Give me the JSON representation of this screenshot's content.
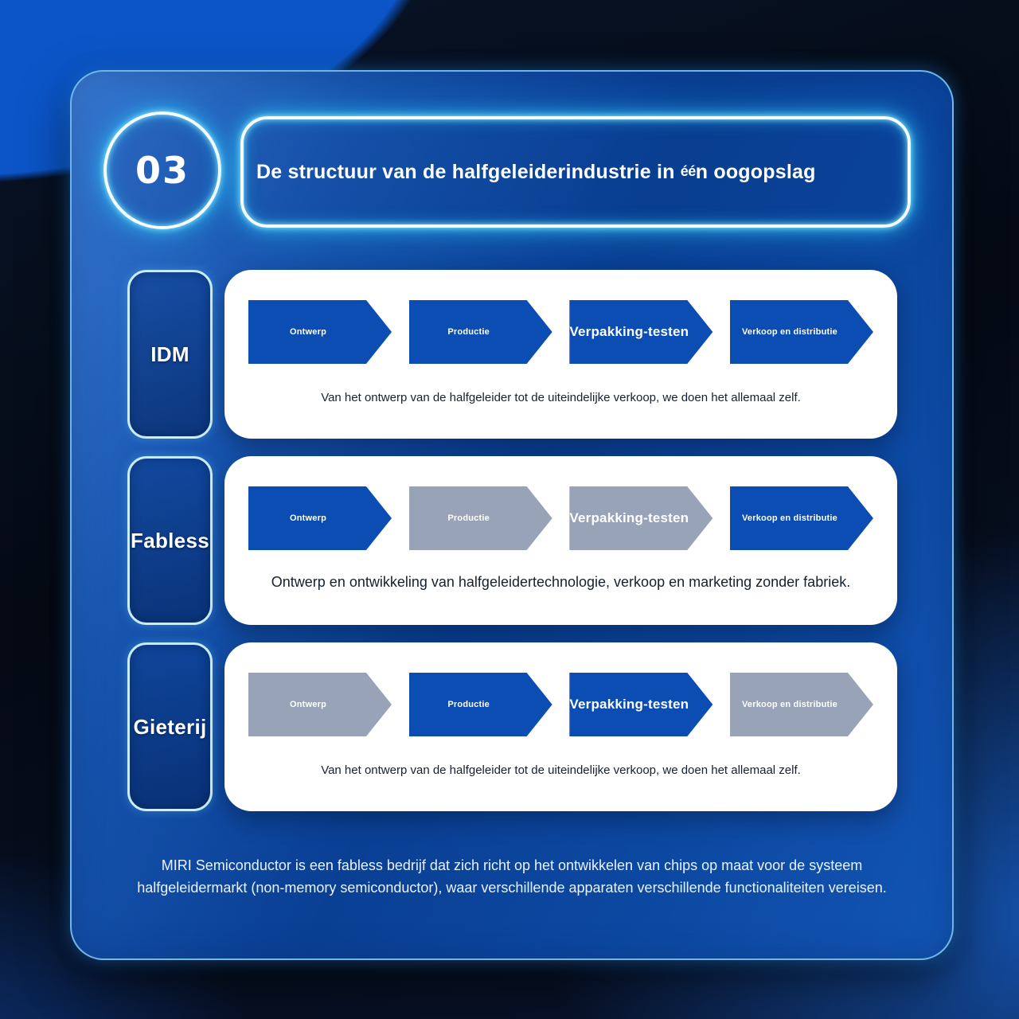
{
  "header": {
    "badge": "03",
    "title": {
      "pre": "De structuur van de halfgeleiderindustrie in ",
      "accent": "éé",
      "post": "n oogopslag",
      "full": "De structuur van de halfgeleiderindustrie in één oogopslag"
    }
  },
  "rows": [
    {
      "label": "IDM",
      "steps": [
        {
          "label": "Ontwerp",
          "highlighted": true,
          "emphasis": false
        },
        {
          "label": "Productie",
          "highlighted": true,
          "emphasis": false
        },
        {
          "label": "Verpakking-testen",
          "highlighted": true,
          "emphasis": true
        },
        {
          "label": "Verkoop en distributie",
          "highlighted": true,
          "emphasis": false
        }
      ],
      "caption": "Van het ontwerp van de halfgeleider tot de uiteindelijke verkoop, we doen het allemaal zelf."
    },
    {
      "label": "Fabless",
      "steps": [
        {
          "label": "Ontwerp",
          "highlighted": true,
          "emphasis": false
        },
        {
          "label": "Productie",
          "highlighted": false,
          "emphasis": false
        },
        {
          "label": "Verpakking-testen",
          "highlighted": false,
          "emphasis": true
        },
        {
          "label": "Verkoop en distributie",
          "highlighted": true,
          "emphasis": false
        }
      ],
      "caption": "Ontwerp en ontwikkeling van halfgeleidertechnologie, verkoop en marketing zonder fabriek."
    },
    {
      "label": "Gieterij",
      "steps": [
        {
          "label": "Ontwerp",
          "highlighted": false,
          "emphasis": false
        },
        {
          "label": "Productie",
          "highlighted": true,
          "emphasis": false
        },
        {
          "label": "Verpakking-testen",
          "highlighted": true,
          "emphasis": true
        },
        {
          "label": "Verkoop en distributie",
          "highlighted": false,
          "emphasis": false
        }
      ],
      "caption": "Van het ontwerp van de halfgeleider tot de uiteindelijke verkoop, we doen het allemaal zelf."
    }
  ],
  "footer": {
    "text": "MIRI Semiconductor is een fabless bedrijf dat zich richt op het ontwikkelen van chips op maat voor de systeem halfgeleidermarkt (non-memory semiconductor), waar verschillende apparaten verschillende functionaliteiten vereisen."
  },
  "colors": {
    "step_active": "#0b4db2",
    "step_inactive": "#99a3b8",
    "neon_glow": "#2cb9ef",
    "panel_blue": "#0c47a0",
    "card_white": "#ffffff"
  }
}
